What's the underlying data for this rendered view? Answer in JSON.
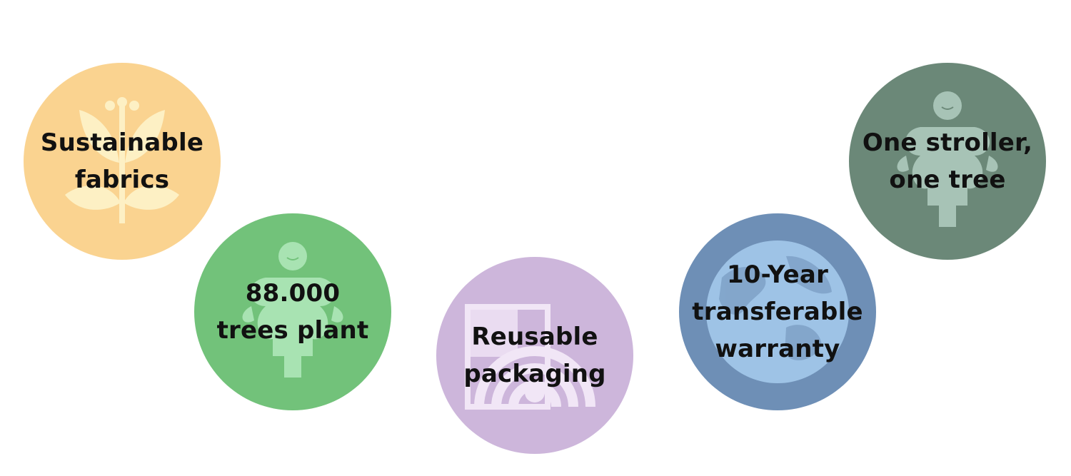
{
  "badges": [
    {
      "lines": [
        "Sustainable",
        "fabrics"
      ],
      "color": "#fad390",
      "icon": "flower-leaf-icon"
    },
    {
      "lines": [
        "88.000",
        "trees plant"
      ],
      "color": "#72c27a",
      "icon": "tree-hug-figure-icon"
    },
    {
      "lines": [
        "Reusable",
        "packaging"
      ],
      "color": "#cdb6db",
      "icon": "rainbow-box-icon"
    },
    {
      "lines": [
        "10-Year",
        "transferable",
        "warranty"
      ],
      "color": "#6e8fb6",
      "icon": "globe-icon"
    },
    {
      "lines": [
        "One stroller,",
        "one tree"
      ],
      "color": "#6b8878",
      "icon": "tree-hug-figure-icon"
    }
  ]
}
